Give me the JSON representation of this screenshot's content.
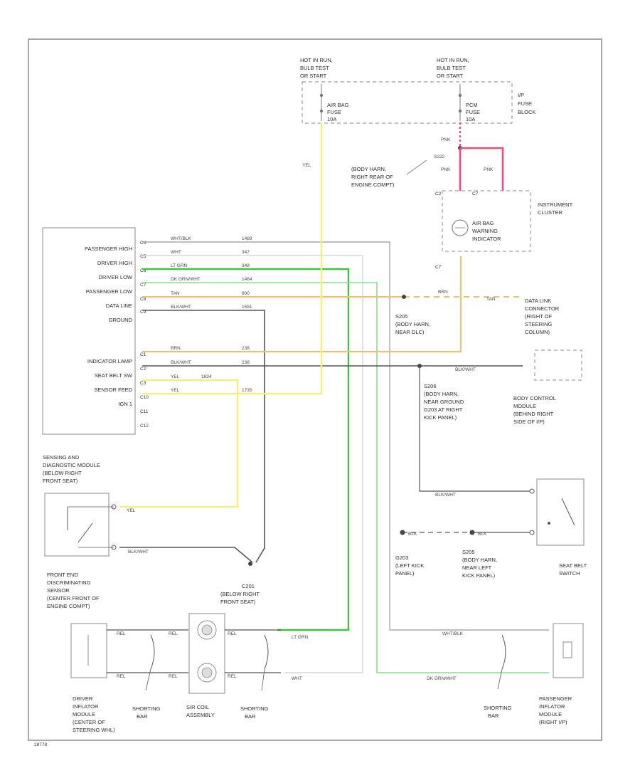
{
  "fuse_block": {
    "hot_left": [
      "HOT IN RUN,",
      "BULB TEST",
      "OR START"
    ],
    "hot_right": [
      "HOT IN RUN,",
      "BULB TEST",
      "OR START"
    ],
    "fuse_left": [
      "AIR BAG",
      "FUSE",
      "10A"
    ],
    "fuse_right": [
      "PCM",
      "FUSE",
      "10A"
    ],
    "block_label": [
      "I/P",
      "FUSE",
      "BLOCK"
    ]
  },
  "sdm": {
    "pins": [
      "PASSENGER HIGH",
      "DRIVER HIGH",
      "DRIVER LOW",
      "PASSENGER LOW",
      "DATA LINE",
      "GROUND",
      "INDICATOR LAMP",
      "SEAT BELT SW",
      "SENSOR FEED",
      "IGN 1"
    ],
    "pin_ids": [
      "C4",
      "C5",
      "C6",
      "C7",
      "C8",
      "C9",
      "C1",
      "C2",
      "C3",
      "C10",
      "C11",
      "C12"
    ],
    "label": [
      "SENSING AND",
      "DIAGNOSTIC MODULE",
      "(BELOW RIGHT",
      "FRONT SEAT)"
    ]
  },
  "wires": {
    "w1": "WHT/BLK",
    "w1n": "1489",
    "w2": "WHT",
    "w2n": "347",
    "w3": "LT GRN",
    "w3n": "348",
    "w4": "DK GRN/WHT",
    "w4n": "1464",
    "w5": "TAN",
    "w5n": "800",
    "w6": "BLK/WHT",
    "w6n": "1551",
    "w7": "BRN",
    "w7n": "238",
    "w8": "BLK/WHT",
    "w8n": "238",
    "w9": "YEL",
    "w9n": "1834",
    "w10": "YEL",
    "w10n": "1735",
    "yel_vert": "YEL",
    "pnk1": "PNK",
    "pnk2": "PNK",
    "pnk3": "PNK",
    "brn": "BRN",
    "tan": "TAN",
    "blkwht_bcm": "BLK/WHT",
    "yel_sensor": "YEL",
    "blkwht_sensor": "BLK/WHT",
    "blkwht_seat": "BLK/WHT",
    "blk1": "BLK",
    "blk2": "BLK"
  },
  "splices": {
    "s222": "S222",
    "s222_desc": [
      "(BODY HARN,",
      "RIGHT REAR OF",
      "ENGINE COMPT)"
    ],
    "s205": "S205",
    "s205_desc": [
      "(BODY HARN,",
      "NEAR DLC)"
    ],
    "s206": "S206",
    "s206_desc": [
      "(BODY HARN,",
      "NEAR GROUND",
      "G203 AT RIGHT",
      "KICK PANEL)"
    ],
    "g203": "G203",
    "g203_desc": [
      "(LEFT KICK",
      "PANEL)"
    ],
    "s205b": "S205",
    "s205b_desc": [
      "(BODY HARN,",
      "NEAR LEFT",
      "KICK PANEL)"
    ],
    "c201": "C201",
    "c201_desc": [
      "(BELOW RIGHT",
      "FRONT SEAT)"
    ]
  },
  "components": {
    "cluster": [
      "INSTRUMENT",
      "CLUSTER"
    ],
    "warning": [
      "AIR BAG",
      "WARNING",
      "INDICATOR"
    ],
    "dlc": [
      "DATA LINK",
      "CONNECTOR",
      "(RIGHT OF",
      "STEERING",
      "COLUMN)"
    ],
    "bcm": [
      "BODY CONTROL",
      "MODULE",
      "(BEHIND RIGHT",
      "SIDE OF I/P)"
    ],
    "seatbelt": [
      "SEAT BELT",
      "SWITCH"
    ],
    "front_sensor": [
      "FRONT END",
      "DISCRIMINATING",
      "SENSOR",
      "(CENTER FRONT OF",
      "ENGINE COMPT)"
    ],
    "driver_inflator": [
      "DRIVER",
      "INFLATOR",
      "MODULE",
      "(CENTER OF",
      "STEERING WHL)"
    ],
    "shorting_bar": [
      "SHORTING",
      "BAR"
    ],
    "sir_coil": [
      "SIR COIL",
      "ASSEMBLY"
    ],
    "pass_inflator": [
      "PASSENGER",
      "INFLATOR",
      "MODULE",
      "(RIGHT I/P)"
    ]
  },
  "misc": {
    "cluster_pins_a": "C2",
    "cluster_pins_b": "C7",
    "yel": "YEL",
    "connector_c1": "C1",
    "rel": "REL",
    "figure_id": "28778"
  },
  "colors": {
    "yellow": "#f4f080",
    "green": "#3cc43c",
    "light_green": "#8fd88f",
    "tan": "#e9c27a",
    "brown": "#c9a66b",
    "pink": "#f04a76",
    "black": "#555555",
    "gray": "#a8a8a8"
  }
}
